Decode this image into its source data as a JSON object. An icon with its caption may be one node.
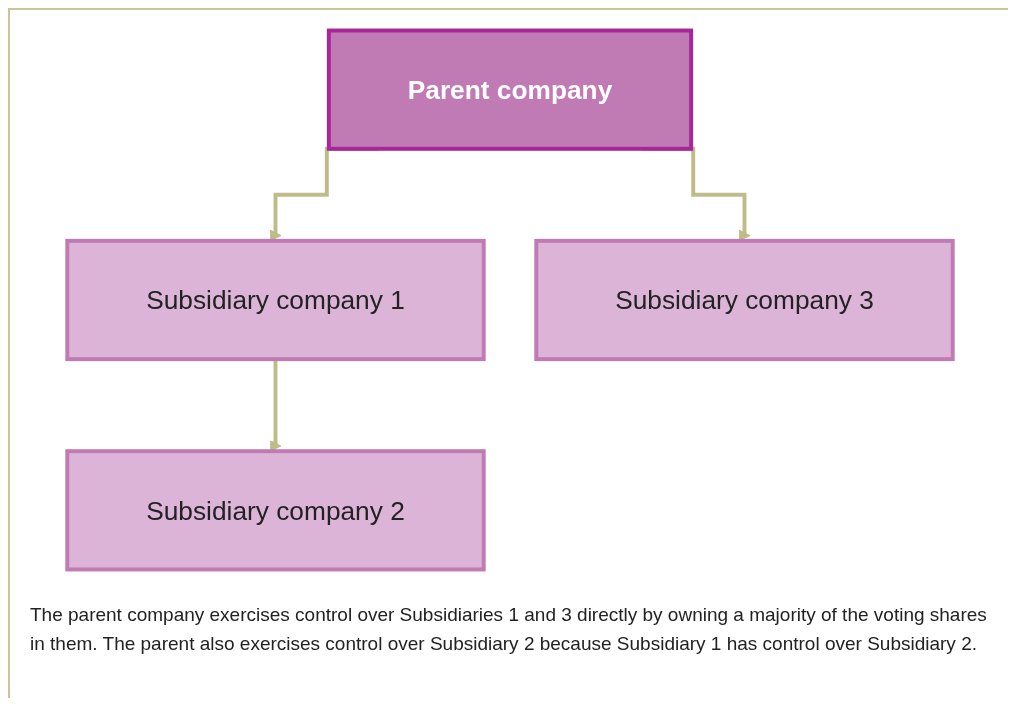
{
  "diagram": {
    "caption": "The parent company exercises control over Subsidiaries 1 and 3 directly by owning a majority of the voting shares in them. The parent also exercises control over Subsidiary 2 because Subsidiary 1 has control over Subsidiary 2.",
    "nodes": [
      {
        "text": [
          "Parent company"
        ]
      },
      {
        "text": [
          "Subsidiary company 1"
        ]
      },
      {
        "text": [
          "Subsidiary company 3"
        ]
      },
      {
        "text": [
          "Subsidiary company 2"
        ]
      }
    ],
    "edges": [
      {
        "from": 0,
        "to": 1,
        "arrow": "to"
      },
      {
        "from": 0,
        "to": 2,
        "arrow": "to"
      },
      {
        "from": 1,
        "to": 3,
        "arrow": "to"
      }
    ]
  }
}
